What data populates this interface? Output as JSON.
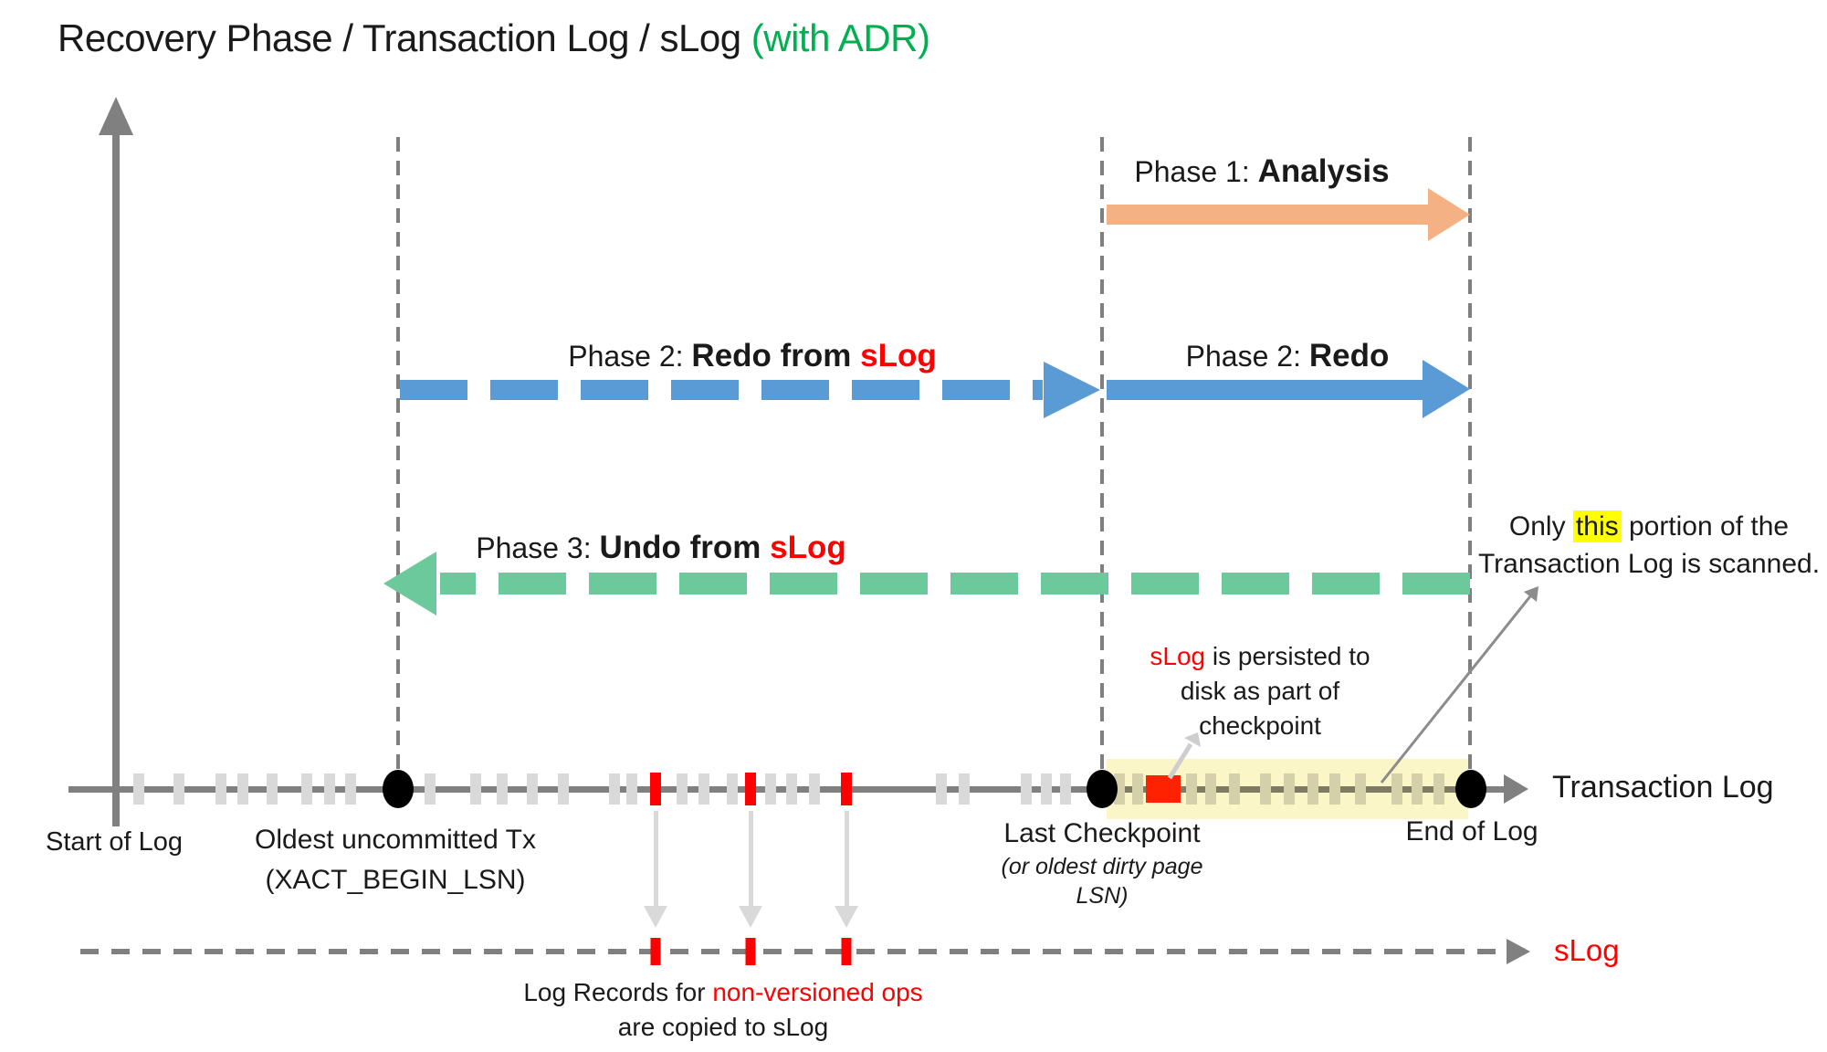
{
  "title": {
    "text": "Recovery Phase / Transaction Log / sLog ",
    "accent": "(with ADR)"
  },
  "colors": {
    "accent-green": "#00B050",
    "blue": "#5B9BD5",
    "orange": "#F4B183",
    "green": "#6BC99B",
    "red": "#FF0000",
    "bright-red": "#FF2200",
    "axis-gray": "#808080",
    "dash-gray": "#7F7F7F",
    "tick-gray": "#D9D9D9",
    "band-yellow": "#FAF6C8",
    "highlight-yellow": "#FFFF00",
    "light-arrow-gray": "#CFCDCD",
    "scan-arrow-gray": "#8C8C8C"
  },
  "phase_labels": {
    "analysis": {
      "prefix": "Phase 1: ",
      "name": "Analysis"
    },
    "redo_slog": {
      "prefix": "Phase 2: ",
      "name": "Redo from ",
      "slog": "sLog"
    },
    "redo": {
      "prefix": "Phase 2: ",
      "name": "Redo"
    },
    "undo_slog": {
      "prefix": "Phase 3: ",
      "name": "Undo from ",
      "slog": "sLog"
    }
  },
  "axis": {
    "transaction_log_label": "Transaction Log",
    "slog_label": "sLog",
    "start_of_log": "Start of Log",
    "oldest_tx_line1": "Oldest uncommitted Tx",
    "oldest_tx_line2": "(XACT_BEGIN_LSN)",
    "checkpoint_line1": "Last Checkpoint",
    "checkpoint_line2": "(or oldest dirty page",
    "checkpoint_line3": "LSN)",
    "end_of_log": "End of Log"
  },
  "annotations": {
    "persisted": {
      "slog": "sLog",
      "line1_rest": " is persisted to",
      "line2": "disk as part of",
      "line3": "checkpoint"
    },
    "scanned": {
      "pre": "Only ",
      "highlight": "this",
      "post": " portion of the",
      "line2": "Transaction Log is scanned."
    },
    "copied": {
      "pre": "Log Records for ",
      "red": "non-versioned ops",
      "line2": "are copied to sLog"
    }
  },
  "geometry": {
    "gray_tick_xs": [
      152,
      196,
      242,
      266,
      298,
      336,
      361,
      384,
      471,
      521,
      550,
      583,
      617,
      673,
      692,
      747,
      771,
      802,
      844,
      867,
      892,
      1031,
      1056,
      1124,
      1146,
      1167,
      1226,
      1246,
      1305,
      1326,
      1352,
      1386,
      1412,
      1438,
      1462,
      1490,
      1530,
      1552,
      1576
    ],
    "red_tick_xs": [
      718,
      822,
      927
    ]
  }
}
